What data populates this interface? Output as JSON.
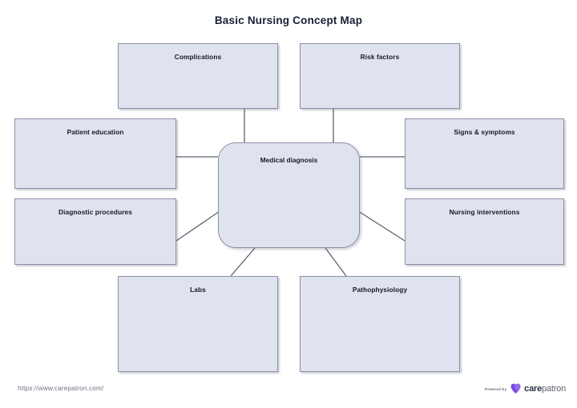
{
  "document": {
    "title": "Basic Nursing Concept Map"
  },
  "diagram": {
    "type": "concept-map",
    "center": {
      "id": "medical-diagnosis",
      "label": "Medical diagnosis"
    },
    "nodes": [
      {
        "id": "complications",
        "label": "Complications",
        "position": "top-left",
        "connector": "vertical"
      },
      {
        "id": "risk-factors",
        "label": "Risk factors",
        "position": "top-right",
        "connector": "vertical"
      },
      {
        "id": "patient-education",
        "label": "Patient education",
        "position": "left-upper",
        "connector": "horizontal"
      },
      {
        "id": "diagnostic-procedures",
        "label": "Diagnostic procedures",
        "position": "left-lower",
        "connector": "diagonal"
      },
      {
        "id": "signs-symptoms",
        "label": "Signs & symptoms",
        "position": "right-upper",
        "connector": "horizontal"
      },
      {
        "id": "nursing-interventions",
        "label": "Nursing interventions",
        "position": "right-lower",
        "connector": "diagonal"
      },
      {
        "id": "labs",
        "label": "Labs",
        "position": "bottom-left",
        "connector": "diagonal"
      },
      {
        "id": "pathophysiology",
        "label": "Pathophysiology",
        "position": "bottom-right",
        "connector": "diagonal"
      }
    ]
  },
  "footer": {
    "url": "https://www.carepatron.com/",
    "powered_by": "Powered by",
    "brand_bold": "care",
    "brand_light": "patron"
  },
  "colors": {
    "node_fill": "#dfe3ef",
    "node_border": "#8b8fa3",
    "connector": "#5c6070",
    "title_text": "#1a1f36",
    "footer_text": "#6d7282",
    "brand_purple": "#7b4ce0"
  }
}
